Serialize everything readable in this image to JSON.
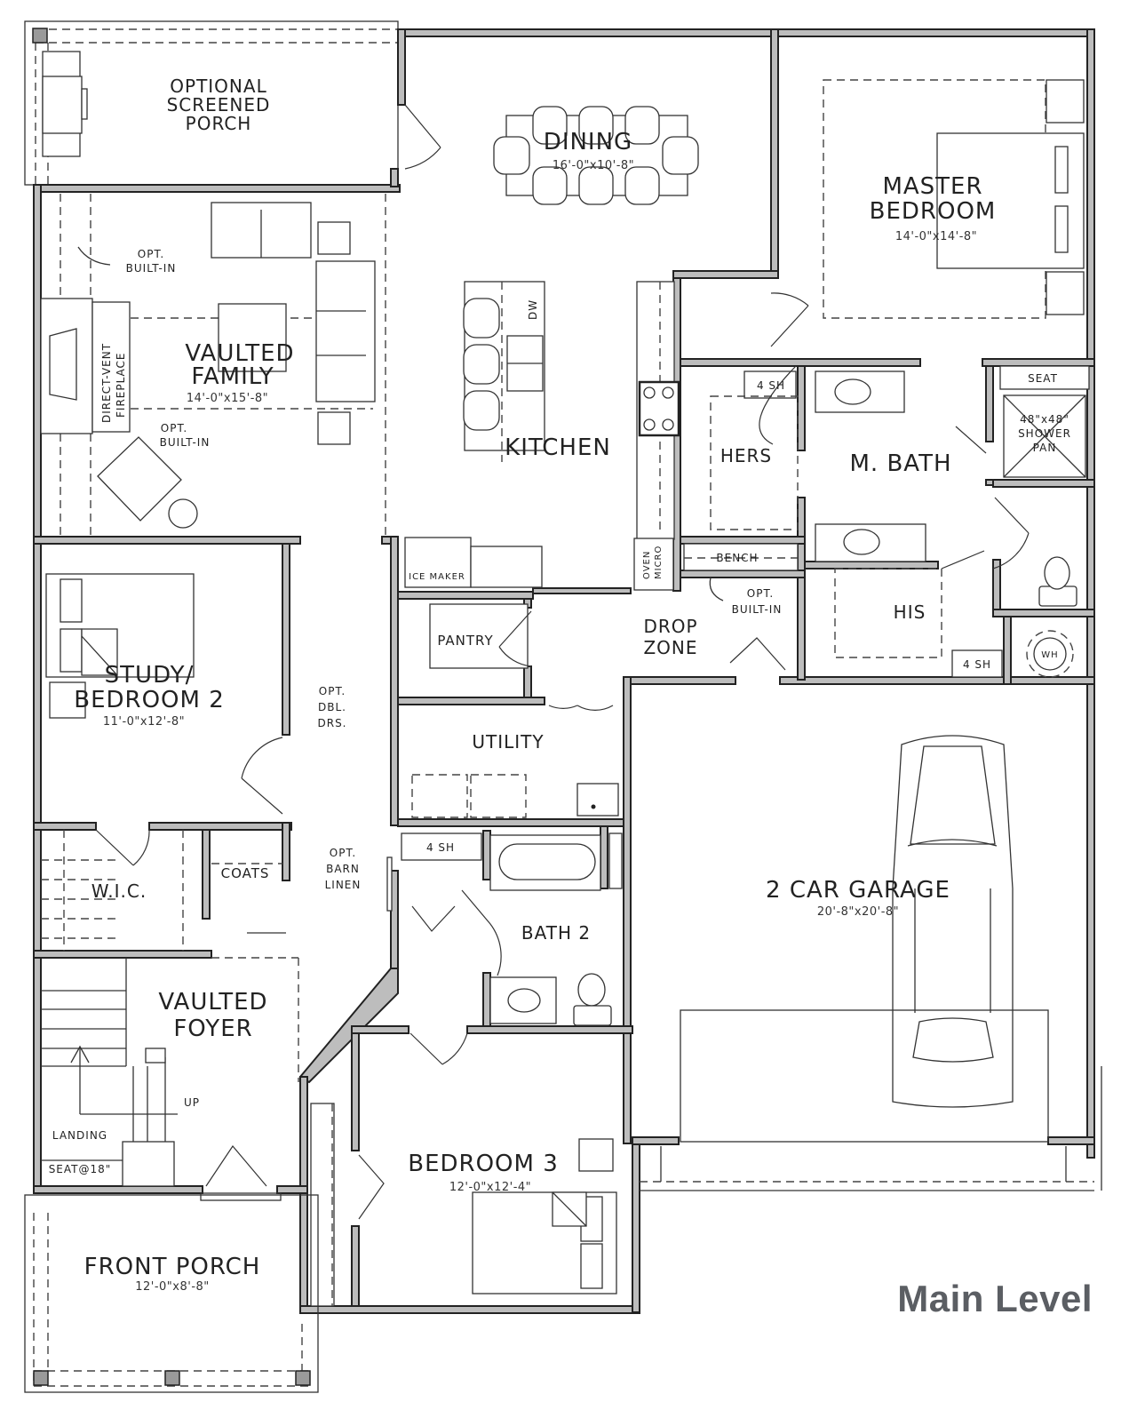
{
  "title": "Main Level",
  "colors": {
    "wall_line": "#222222",
    "wall_fill": "#bdbdbd",
    "title": "#5b5e63",
    "background": "#ffffff"
  },
  "rooms": {
    "screened_porch": {
      "line1": "OPTIONAL",
      "line2": "SCREENED",
      "line3": "PORCH"
    },
    "dining": {
      "name": "DINING",
      "dim": "16'-0\"x10'-8\""
    },
    "master_bedroom": {
      "line1": "MASTER",
      "line2": "BEDROOM",
      "dim": "14'-0\"x14'-8\""
    },
    "family": {
      "line1": "VAULTED",
      "line2": "FAMILY",
      "dim": "14'-0\"x15'-8\""
    },
    "kitchen": {
      "name": "KITCHEN"
    },
    "m_bath": {
      "name": "M. BATH"
    },
    "hers": {
      "name": "HERS"
    },
    "his": {
      "name": "HIS"
    },
    "study": {
      "line1": "STUDY/",
      "line2": "BEDROOM 2",
      "dim": "11'-0\"x12'-8\""
    },
    "pantry": {
      "name": "PANTRY"
    },
    "drop_zone": {
      "line1": "DROP",
      "line2": "ZONE"
    },
    "utility": {
      "name": "UTILITY"
    },
    "garage": {
      "name": "2 CAR GARAGE",
      "dim": "20'-8\"x20'-8\""
    },
    "wic": {
      "name": "W.I.C."
    },
    "coats": {
      "name": "COATS"
    },
    "bath2": {
      "name": "BATH 2"
    },
    "foyer": {
      "line1": "VAULTED",
      "line2": "FOYER"
    },
    "bedroom3": {
      "name": "BEDROOM 3",
      "dim": "12'-0\"x12'-4\""
    },
    "front_porch": {
      "name": "FRONT PORCH",
      "dim": "12'-0\"x8'-8\""
    }
  },
  "annotations": {
    "opt_built_in_top": {
      "line1": "OPT.",
      "line2": "BUILT-IN"
    },
    "opt_built_in_family": {
      "line1": "OPT.",
      "line2": "BUILT-IN"
    },
    "fireplace": {
      "line1": "DIRECT-VENT",
      "line2": "FIREPLACE"
    },
    "dw": "DW",
    "ice_maker": "ICE MAKER",
    "oven_micro": {
      "line1": "OVEN",
      "line2": "MICRO"
    },
    "four_sh_hers": "4 SH",
    "four_sh_his": "4 SH",
    "four_sh_bath2": "4 SH",
    "seat": "SEAT",
    "shower_pan": {
      "line1": "48\"x48\"",
      "line2": "SHOWER",
      "line3": "PAN"
    },
    "bench": "BENCH",
    "opt_built_in_drop": {
      "line1": "OPT.",
      "line2": "BUILT-IN"
    },
    "wh": "WH",
    "opt_dbl_drs": {
      "line1": "OPT.",
      "line2": "DBL.",
      "line3": "DRS."
    },
    "opt_barn_linen": {
      "line1": "OPT.",
      "line2": "BARN",
      "line3": "LINEN"
    },
    "up": "UP",
    "landing": "LANDING",
    "seat_18": "SEAT@18\""
  }
}
